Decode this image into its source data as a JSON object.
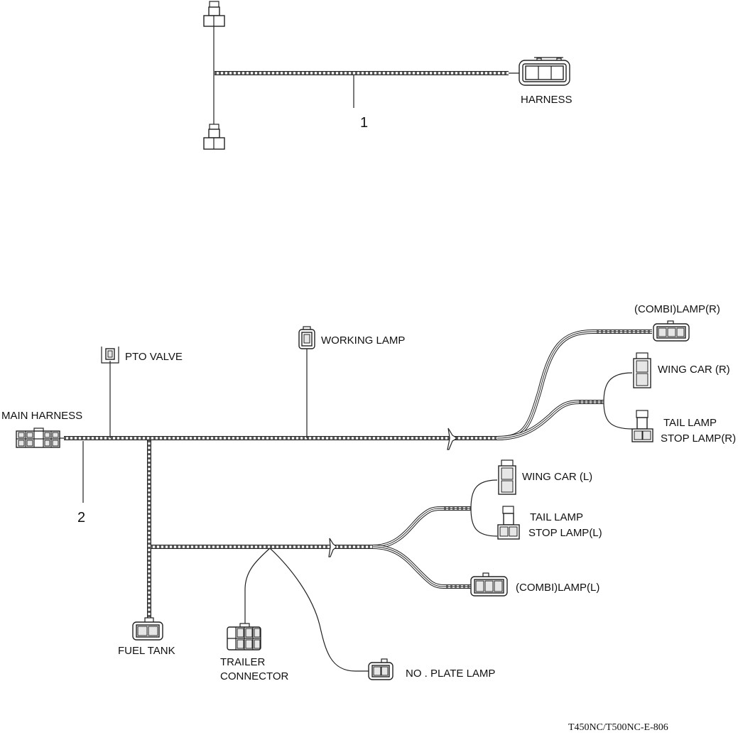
{
  "document_code": "T450NC/T500NC-E-806",
  "part1": {
    "number": "1",
    "labels": {
      "harness": "HARNESS"
    }
  },
  "part2": {
    "number": "2",
    "labels": {
      "main_harness": "MAIN HARNESS",
      "pto_valve": "PTO VALVE",
      "working_lamp": "WORKING LAMP",
      "combi_lamp_r": "(COMBI)LAMP(R)",
      "wing_car_r": "WING CAR (R)",
      "tail_lamp_r_line1": "TAIL LAMP",
      "tail_lamp_r_line2": "STOP LAMP(R)",
      "wing_car_l": "WING CAR (L)",
      "tail_lamp_l_line1": "TAIL LAMP",
      "tail_lamp_l_line2": "STOP LAMP(L)",
      "combi_lamp_l": "(COMBI)LAMP(L)",
      "fuel_tank": "FUEL TANK",
      "trailer_connector_line1": "TRAILER",
      "trailer_connector_line2": "CONNECTOR",
      "no_plate_lamp": "NO . PLATE LAMP"
    }
  }
}
